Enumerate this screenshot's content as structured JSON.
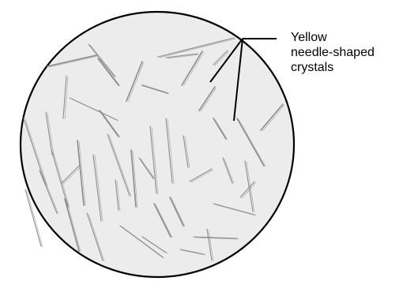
{
  "annotation": {
    "line1": "Yellow",
    "line2": "needle-shaped",
    "line3": "crystals"
  },
  "colors": {
    "field_fill": "#ececec",
    "field_stroke": "#000000",
    "crystal_stroke": "#8c8c8c",
    "pointer_stroke": "#000000"
  }
}
